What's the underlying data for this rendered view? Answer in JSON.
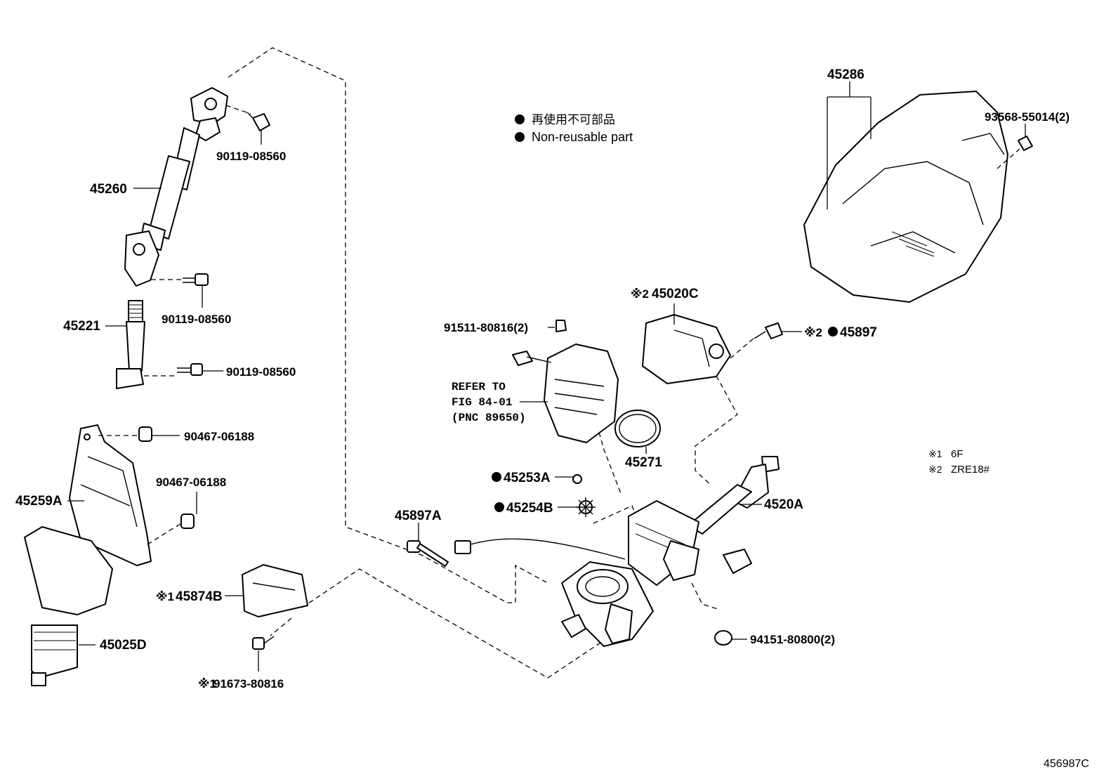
{
  "legend": {
    "items": [
      {
        "symbol": "●",
        "text": "再使用不可部品"
      },
      {
        "symbol": "●",
        "text": "Non-reusable part"
      }
    ]
  },
  "notes": [
    {
      "mark": "※1",
      "text": "6F"
    },
    {
      "mark": "※2",
      "text": "ZRE18#"
    }
  ],
  "parts": {
    "p45260": "45260",
    "p90119_a": "90119-08560",
    "p90119_b": "90119-08560",
    "p90119_c": "90119-08560",
    "p45221": "45221",
    "p90467_a": "90467-06188",
    "p90467_b": "90467-06188",
    "p45259A": "45259A",
    "p45025D": "45025D",
    "p45874B": "45874B",
    "p45874B_mark": "※1",
    "p91673": "91673-80816",
    "p91673_mark": "※1",
    "p45286": "45286",
    "p93568": "93568-55014(2)",
    "p45020C": "45020C",
    "p45020C_mark": "※2",
    "p45897": "45897",
    "p45897_mark": "※2",
    "p91511": "91511-80816(2)",
    "refer_line1": "REFER TO",
    "refer_line2": "FIG 84-01",
    "refer_line3": "(PNC 89650)",
    "p45271": "45271",
    "p45253A": "45253A",
    "p45254B": "45254B",
    "p45897A": "45897A",
    "p4520A": "4520A",
    "p94151": "94151-80800(2)"
  },
  "figure_id": "456987C"
}
